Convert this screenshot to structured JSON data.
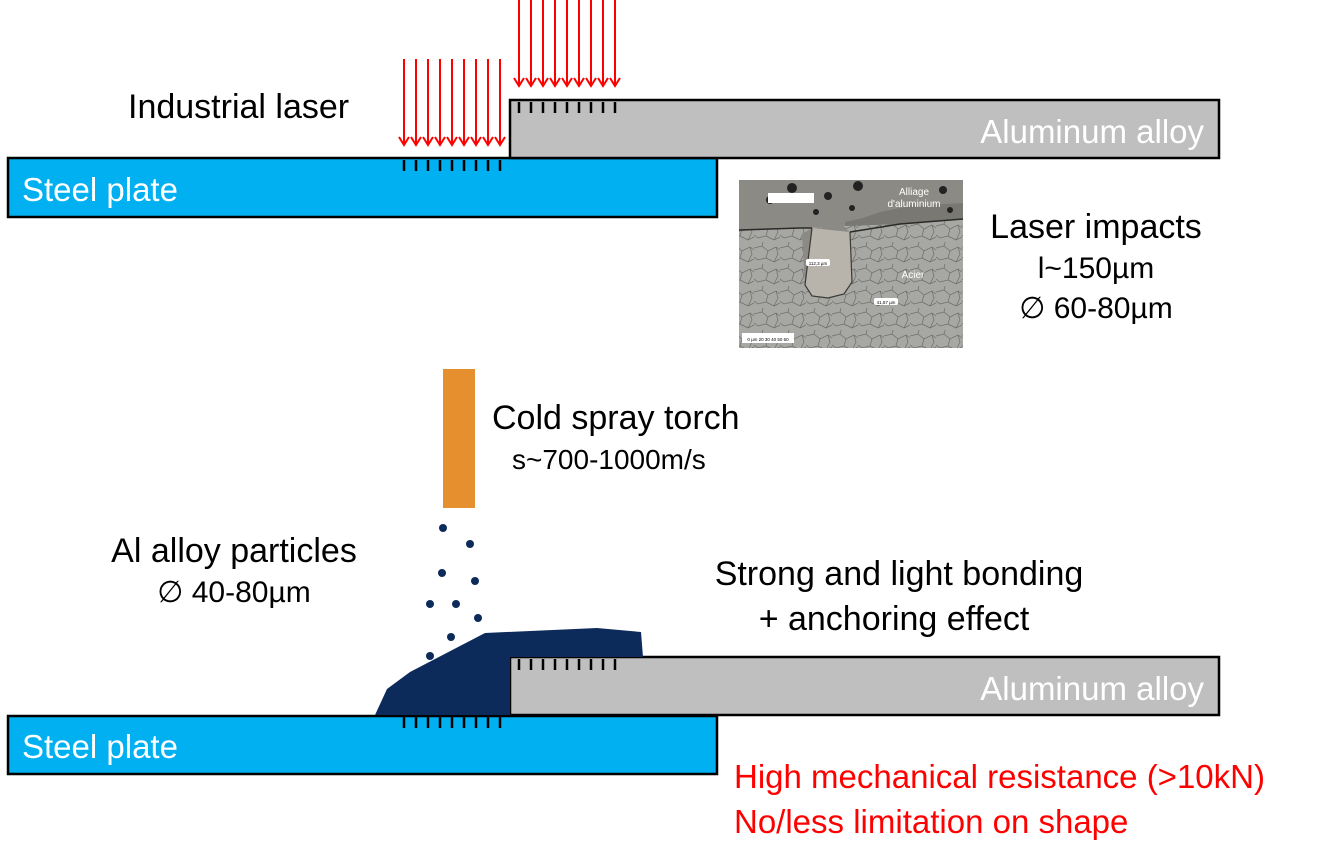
{
  "colors": {
    "steel": "#00b0f0",
    "aluminum": "#bfbfbf",
    "laser": "#ff0000",
    "torch": "#e68f2e",
    "particles": "#0d2b5a",
    "outline": "#000000",
    "highlight_text": "#ff0000"
  },
  "top_section": {
    "laser_label": "Industrial laser",
    "steel_label": "Steel plate",
    "aluminum_label": "Aluminum alloy",
    "micrograph": {
      "label_aluminum": "Alliage d'aluminium",
      "label_aluminum_line1": "Alliage",
      "label_aluminum_line2": "d'aluminium",
      "label_steel": "Acier",
      "measure_depth": "112,3 µm",
      "measure_width": "41,57 µm",
      "scale_bar": "0 µm 20 30 40 50 60"
    },
    "impacts": {
      "title": "Laser impacts",
      "length": "l~150µm",
      "diameter": "∅ 60-80µm"
    }
  },
  "bottom_section": {
    "torch_title": "Cold spray torch",
    "torch_speed": "s~700-1000m/s",
    "particles_title": "Al alloy particles",
    "particles_diameter": "∅ 40-80µm",
    "bonding_line1": "Strong and light bonding",
    "bonding_line2": "+ anchoring effect",
    "steel_label": "Steel plate",
    "aluminum_label": "Aluminum alloy",
    "result_line1": "High mechanical resistance (>10kN)",
    "result_line2": "No/less limitation on shape"
  }
}
